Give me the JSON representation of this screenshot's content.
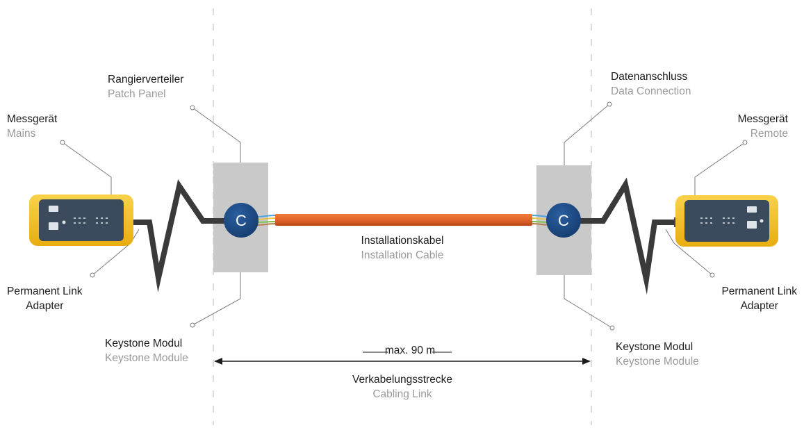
{
  "labels": {
    "tester_main": {
      "de": "Messgerät",
      "en": "Mains"
    },
    "patch_panel": {
      "de": "Rangierverteiler",
      "en": "Patch Panel"
    },
    "data_connection": {
      "de": "Datenanschluss",
      "en": "Data Connection"
    },
    "tester_remote": {
      "de": "Messgerät",
      "en": "Remote"
    },
    "pl_adapter_left": {
      "line1": "Permanent Link",
      "line2": "Adapter"
    },
    "pl_adapter_right": {
      "line1": "Permanent Link",
      "line2": "Adapter"
    },
    "keystone_left": {
      "de": "Keystone Modul",
      "en": "Keystone Module"
    },
    "keystone_right": {
      "de": "Keystone Modul",
      "en": "Keystone Module"
    },
    "install_cable": {
      "de": "Installationskabel",
      "en": "Installation Cable"
    },
    "max_length": "max. 90 m",
    "cabling_link": {
      "de": "Verkabelungsstrecke",
      "en": "Cabling Link"
    }
  },
  "connector_letter": "C",
  "colors": {
    "cable": "#e0652a",
    "cable_dark": "#c44f1a",
    "connector": "#1c4b86",
    "panel": "#c9c9c9",
    "tester_body": "#f5c31c",
    "tester_face": "#3b4a5c",
    "zigzag": "#3a3a3a",
    "leader": "#777777",
    "boundary": "#c8c8c8"
  }
}
